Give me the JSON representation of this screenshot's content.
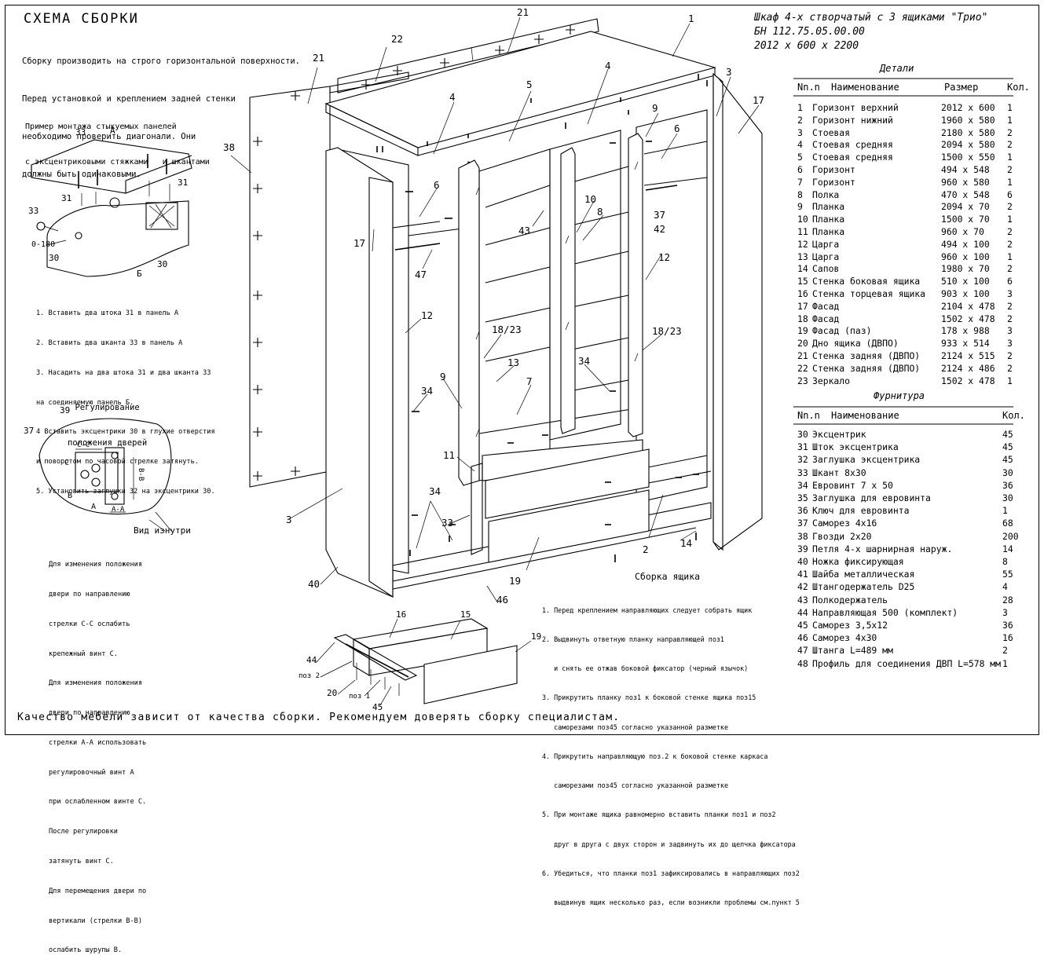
{
  "title": "СХЕМА СБОРКИ",
  "intro_lines": [
    "Сборку производить на строго горизонтальной поверхности.",
    "Перед установкой и креплением задней стенки",
    "необходимо проверить диагонали. Они",
    "должны быть одинаковыми."
  ],
  "product": {
    "name": "Шкаф 4-х створчатый с 3 ящиками \"Трио\"",
    "code": "БН 112.75.05.00.00",
    "dimensions": "2012 x 600 x 2200"
  },
  "parts_table": {
    "title": "Детали",
    "headers": {
      "num": "Nn.n",
      "name": "Наименование",
      "size": "Размер",
      "qty": "Кол."
    },
    "rows": [
      {
        "num": "1",
        "name": "Горизонт верхний",
        "size": "2012 x 600",
        "qty": "1"
      },
      {
        "num": "2",
        "name": "Горизонт нижний",
        "size": "1960 x 580",
        "qty": "1"
      },
      {
        "num": "3",
        "name": "Стоевая",
        "size": "2180 x 580",
        "qty": "2"
      },
      {
        "num": "4",
        "name": "Стоевая средняя",
        "size": "2094 x 580",
        "qty": "2"
      },
      {
        "num": "5",
        "name": "Стоевая средняя",
        "size": "1500 x 550",
        "qty": "1"
      },
      {
        "num": "6",
        "name": "Горизонт",
        "size": "494 x 548",
        "qty": "2"
      },
      {
        "num": "7",
        "name": "Горизонт",
        "size": "960 x 580",
        "qty": "1"
      },
      {
        "num": "8",
        "name": "Полка",
        "size": "470 x 548",
        "qty": "6"
      },
      {
        "num": "9",
        "name": "Планка",
        "size": "2094 x 70",
        "qty": "2"
      },
      {
        "num": "10",
        "name": "Планка",
        "size": "1500 x 70",
        "qty": "1"
      },
      {
        "num": "11",
        "name": "Планка",
        "size": "960 x 70",
        "qty": "2"
      },
      {
        "num": "12",
        "name": "Царга",
        "size": "494 x 100",
        "qty": "2"
      },
      {
        "num": "13",
        "name": "Царга",
        "size": "960 x 100",
        "qty": "1"
      },
      {
        "num": "14",
        "name": "Сапов",
        "size": "1980 x 70",
        "qty": "2"
      },
      {
        "num": "15",
        "name": "Стенка боковая ящика",
        "size": "510 x 100",
        "qty": "6"
      },
      {
        "num": "16",
        "name": "Стенка торцевая ящика",
        "size": "903 x 100",
        "qty": "3"
      },
      {
        "num": "17",
        "name": "Фасад",
        "size": "2104 x 478",
        "qty": "2"
      },
      {
        "num": "18",
        "name": "Фасад",
        "size": "1502 x 478",
        "qty": "2"
      },
      {
        "num": "19",
        "name": "Фасад (паз)",
        "size": "178 x 988",
        "qty": "3"
      },
      {
        "num": "20",
        "name": "Дно ящика (ДВПО)",
        "size": "933 x 514",
        "qty": "3"
      },
      {
        "num": "21",
        "name": "Стенка задняя (ДВПО)",
        "size": "2124 x 515",
        "qty": "2"
      },
      {
        "num": "22",
        "name": "Стенка задняя (ДВПО)",
        "size": "2124 x 486",
        "qty": "2"
      },
      {
        "num": "23",
        "name": "Зеркало",
        "size": "1502 x 478",
        "qty": "1"
      }
    ]
  },
  "hardware_table": {
    "title": "Фурнитура",
    "headers": {
      "num": "Nn.n",
      "name": "Наименование",
      "qty": "Кол."
    },
    "rows": [
      {
        "num": "30",
        "name": "Эксцентрик",
        "qty": "45"
      },
      {
        "num": "31",
        "name": "Шток эксцентрика",
        "qty": "45"
      },
      {
        "num": "32",
        "name": "Заглушка эксцентрика",
        "qty": "45"
      },
      {
        "num": "33",
        "name": "Шкант 8x30",
        "qty": "30"
      },
      {
        "num": "34",
        "name": "Евровинт 7 x 50",
        "qty": "36"
      },
      {
        "num": "35",
        "name": "Заглушка для евровинта",
        "qty": "30"
      },
      {
        "num": "36",
        "name": "Ключ для евровинта",
        "qty": "1"
      },
      {
        "num": "37",
        "name": "Саморез 4x16",
        "qty": "68"
      },
      {
        "num": "38",
        "name": "Гвозди 2x20",
        "qty": "200"
      },
      {
        "num": "39",
        "name": "Петля 4-х шарнирная наруж.",
        "qty": "14"
      },
      {
        "num": "40",
        "name": "Ножка фиксирующая",
        "qty": "8"
      },
      {
        "num": "41",
        "name": "Шайба металлическая",
        "qty": "55"
      },
      {
        "num": "42",
        "name": "Штангодержатель D25",
        "qty": "4"
      },
      {
        "num": "43",
        "name": "Полкодержатель",
        "qty": "28"
      },
      {
        "num": "44",
        "name": "Направляющая 500 (комплект)",
        "qty": "3"
      },
      {
        "num": "45",
        "name": "Саморез 3,5x12",
        "qty": "36"
      },
      {
        "num": "46",
        "name": "Саморез 4x30",
        "qty": "16"
      },
      {
        "num": "47",
        "name": "Штанга L=489 мм",
        "qty": "2"
      },
      {
        "num": "48",
        "name": "Профиль для соединения ДВП L=578 мм",
        "qty": "1"
      }
    ]
  },
  "coupling_example": {
    "title_lines": [
      "Пример монтажа стыкуемых панелей",
      "с эксцентриковыми стяжками   и шкантами"
    ],
    "labels": {
      "a": "A",
      "b": "Б",
      "n33": "33",
      "n31a": "31",
      "n31b": "31",
      "n33b": "33",
      "n30": "30",
      "n30b": "30",
      "angle": "0-180"
    },
    "steps": [
      "1. Вставить два штока 31 в панель А",
      "2. Вставить два шканта 33 в панель А",
      "3. Насадить на два штока 31 и два шканта 33",
      "на соединяемую панель Б.",
      "4 Вставить эксцентрики 30 в глухие отверстия",
      "и поворотом по часовой стрелке затянуть.",
      "5. Установить заглушки 32 на эксцентрики 30."
    ]
  },
  "door_adjust": {
    "title_lines": [
      "Регулирование",
      "положения дверей"
    ],
    "labels": {
      "n39": "39",
      "n37": "37",
      "cc": "С-С",
      "c": "С",
      "b": "В",
      "a": "А",
      "bb": "В-В",
      "aa": "А-А"
    },
    "view_label": "Вид изнутри",
    "text_lines": [
      "Для изменения положения",
      "двери по направлению",
      "стрелки С-С ослабить",
      "крепежный винт С.",
      "Для изменения положения",
      "двери по направлению",
      "стрелки А-А использовать",
      "регулировочный винт А",
      "при ослабленном винте С.",
      "После регулировки",
      "затянуть винт С.",
      "Для перемещения двери по",
      "вертикали (стрелки В-В)",
      "ослабить шурупы В."
    ]
  },
  "drawer_assembly": {
    "title": "Сборка ящика",
    "steps": [
      "1. Перед креплением направляющих следует собрать ящик",
      "2. Выдвинуть ответную планку направляющей поз1",
      "   и снять ее отжав боковой фиксатор (черный язычок)",
      "3. Прикрутить планку поз1 к боковой стенке ящика поз15",
      "   саморезами поз45 согласно указанной разметке",
      "4. Прикрутить направляющую поз.2 к боковой стенке каркаса",
      "   саморезами поз45 согласно указанной разметке",
      "5. При монтаже ящика равномерно вставить планки поз1 и поз2",
      "   друг в друга с двух сторон и задвинуть их до щелчка фиксатора",
      "6. Убедиться, что планки поз1 зафиксировались в направляющих поз2",
      "   выдвинув ящик несколько раз, если возникли проблемы см.пункт 5"
    ],
    "labels": {
      "n16": "16",
      "n15": "15",
      "n19": "19",
      "n44": "44",
      "poz2": "поз 2",
      "n20": "20",
      "poz1": "поз 1",
      "n45": "45"
    }
  },
  "callouts": {
    "c1": "1",
    "c21a": "21",
    "c21b": "21",
    "c22": "22",
    "c4a": "4",
    "c4b": "4",
    "c5": "5",
    "c3a": "3",
    "c3b": "3",
    "c17a": "17",
    "c17b": "17",
    "c9": "9",
    "c6a": "6",
    "c6b": "6",
    "c38": "38",
    "c43": "43",
    "c10": "10",
    "c8": "8",
    "c37": "37",
    "c42": "42",
    "c47": "47",
    "c12a": "12",
    "c12b": "12",
    "c18a": "18/23",
    "c18b": "18/23",
    "c13": "13",
    "c34a": "34",
    "c34b": "34",
    "c34c": "34",
    "c9b": "9",
    "c7": "7",
    "c11": "11",
    "c33": "33",
    "c2": "2",
    "c14": "14",
    "c19": "19",
    "c40": "40",
    "c46": "46"
  },
  "footer": "Качество мебели зависит от качества сборки. Рекомендуем доверять сборку специалистам."
}
